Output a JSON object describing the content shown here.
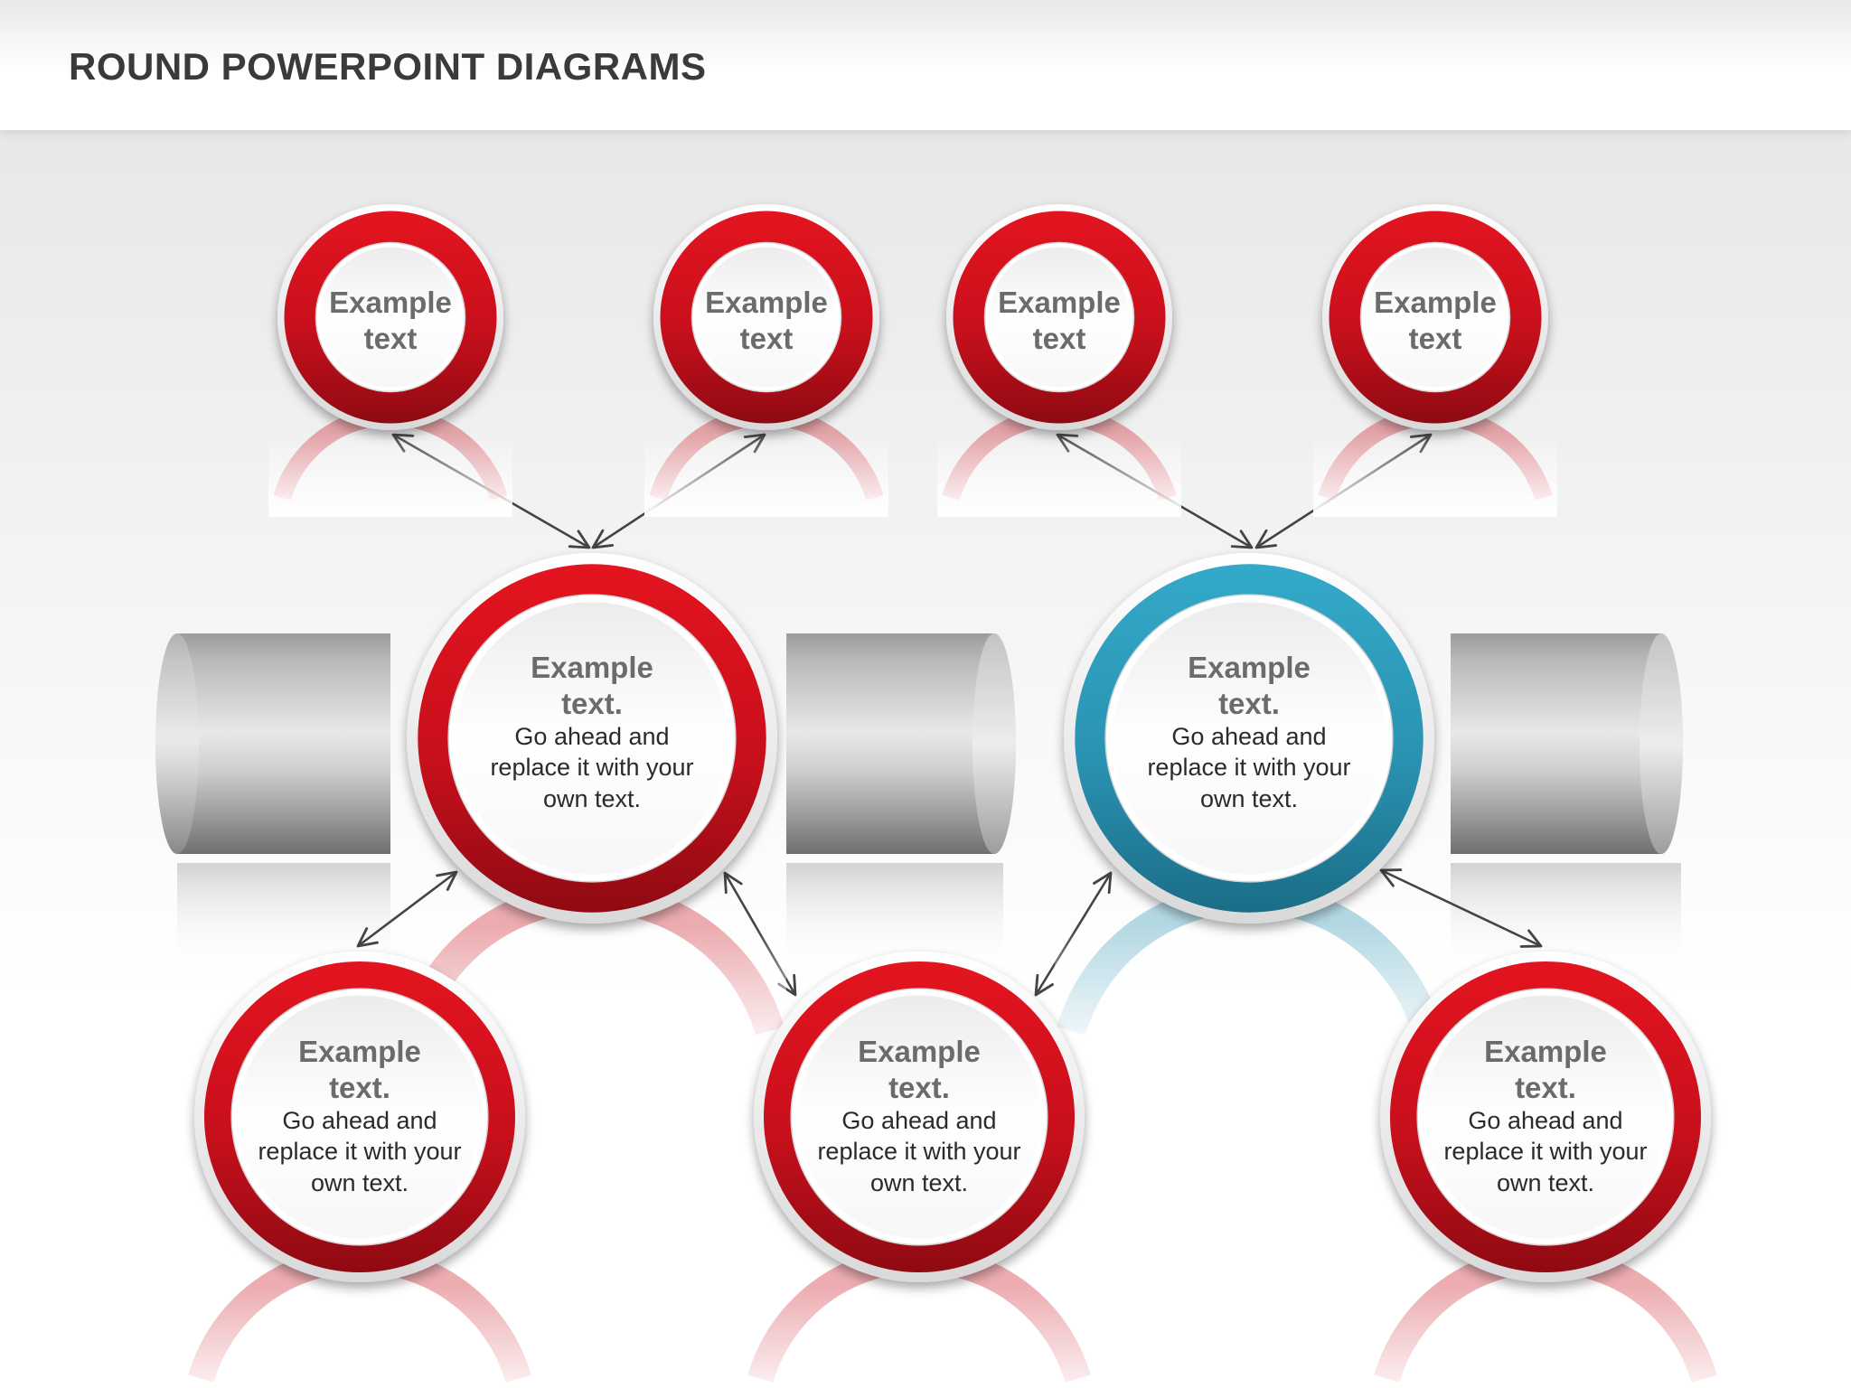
{
  "page": {
    "title": "ROUND POWERPOINT DIAGRAMS"
  },
  "colors": {
    "accent_red": "#c8101c",
    "accent_teal": "#2a93b2",
    "connector": "#444444",
    "cylinder_gray": "#9a9a9a"
  },
  "diagram": {
    "top_nodes": [
      {
        "title": "Example text"
      },
      {
        "title": "Example text"
      },
      {
        "title": "Example text"
      },
      {
        "title": "Example text"
      }
    ],
    "hub_nodes": [
      {
        "title": "Example text.",
        "body": "Go ahead and replace it with your own text.",
        "color": "red"
      },
      {
        "title": "Example text.",
        "body": "Go ahead and replace it with your own text.",
        "color": "teal"
      }
    ],
    "bottom_nodes": [
      {
        "title": "Example text.",
        "body": "Go ahead and replace it with your own text."
      },
      {
        "title": "Example text.",
        "body": "Go ahead and replace it with your own text."
      },
      {
        "title": "Example text.",
        "body": "Go ahead and replace it with your own text."
      }
    ],
    "connectors": [
      {
        "from": "top_nodes.0",
        "to": "hub_nodes.0",
        "arrows": "both"
      },
      {
        "from": "top_nodes.1",
        "to": "hub_nodes.0",
        "arrows": "both"
      },
      {
        "from": "top_nodes.2",
        "to": "hub_nodes.1",
        "arrows": "both"
      },
      {
        "from": "top_nodes.3",
        "to": "hub_nodes.1",
        "arrows": "both"
      },
      {
        "from": "hub_nodes.0",
        "to": "bottom_nodes.0",
        "arrows": "both"
      },
      {
        "from": "hub_nodes.0",
        "to": "bottom_nodes.1",
        "arrows": "both"
      },
      {
        "from": "hub_nodes.1",
        "to": "bottom_nodes.1",
        "arrows": "both"
      },
      {
        "from": "hub_nodes.1",
        "to": "bottom_nodes.2",
        "arrows": "both"
      }
    ]
  }
}
